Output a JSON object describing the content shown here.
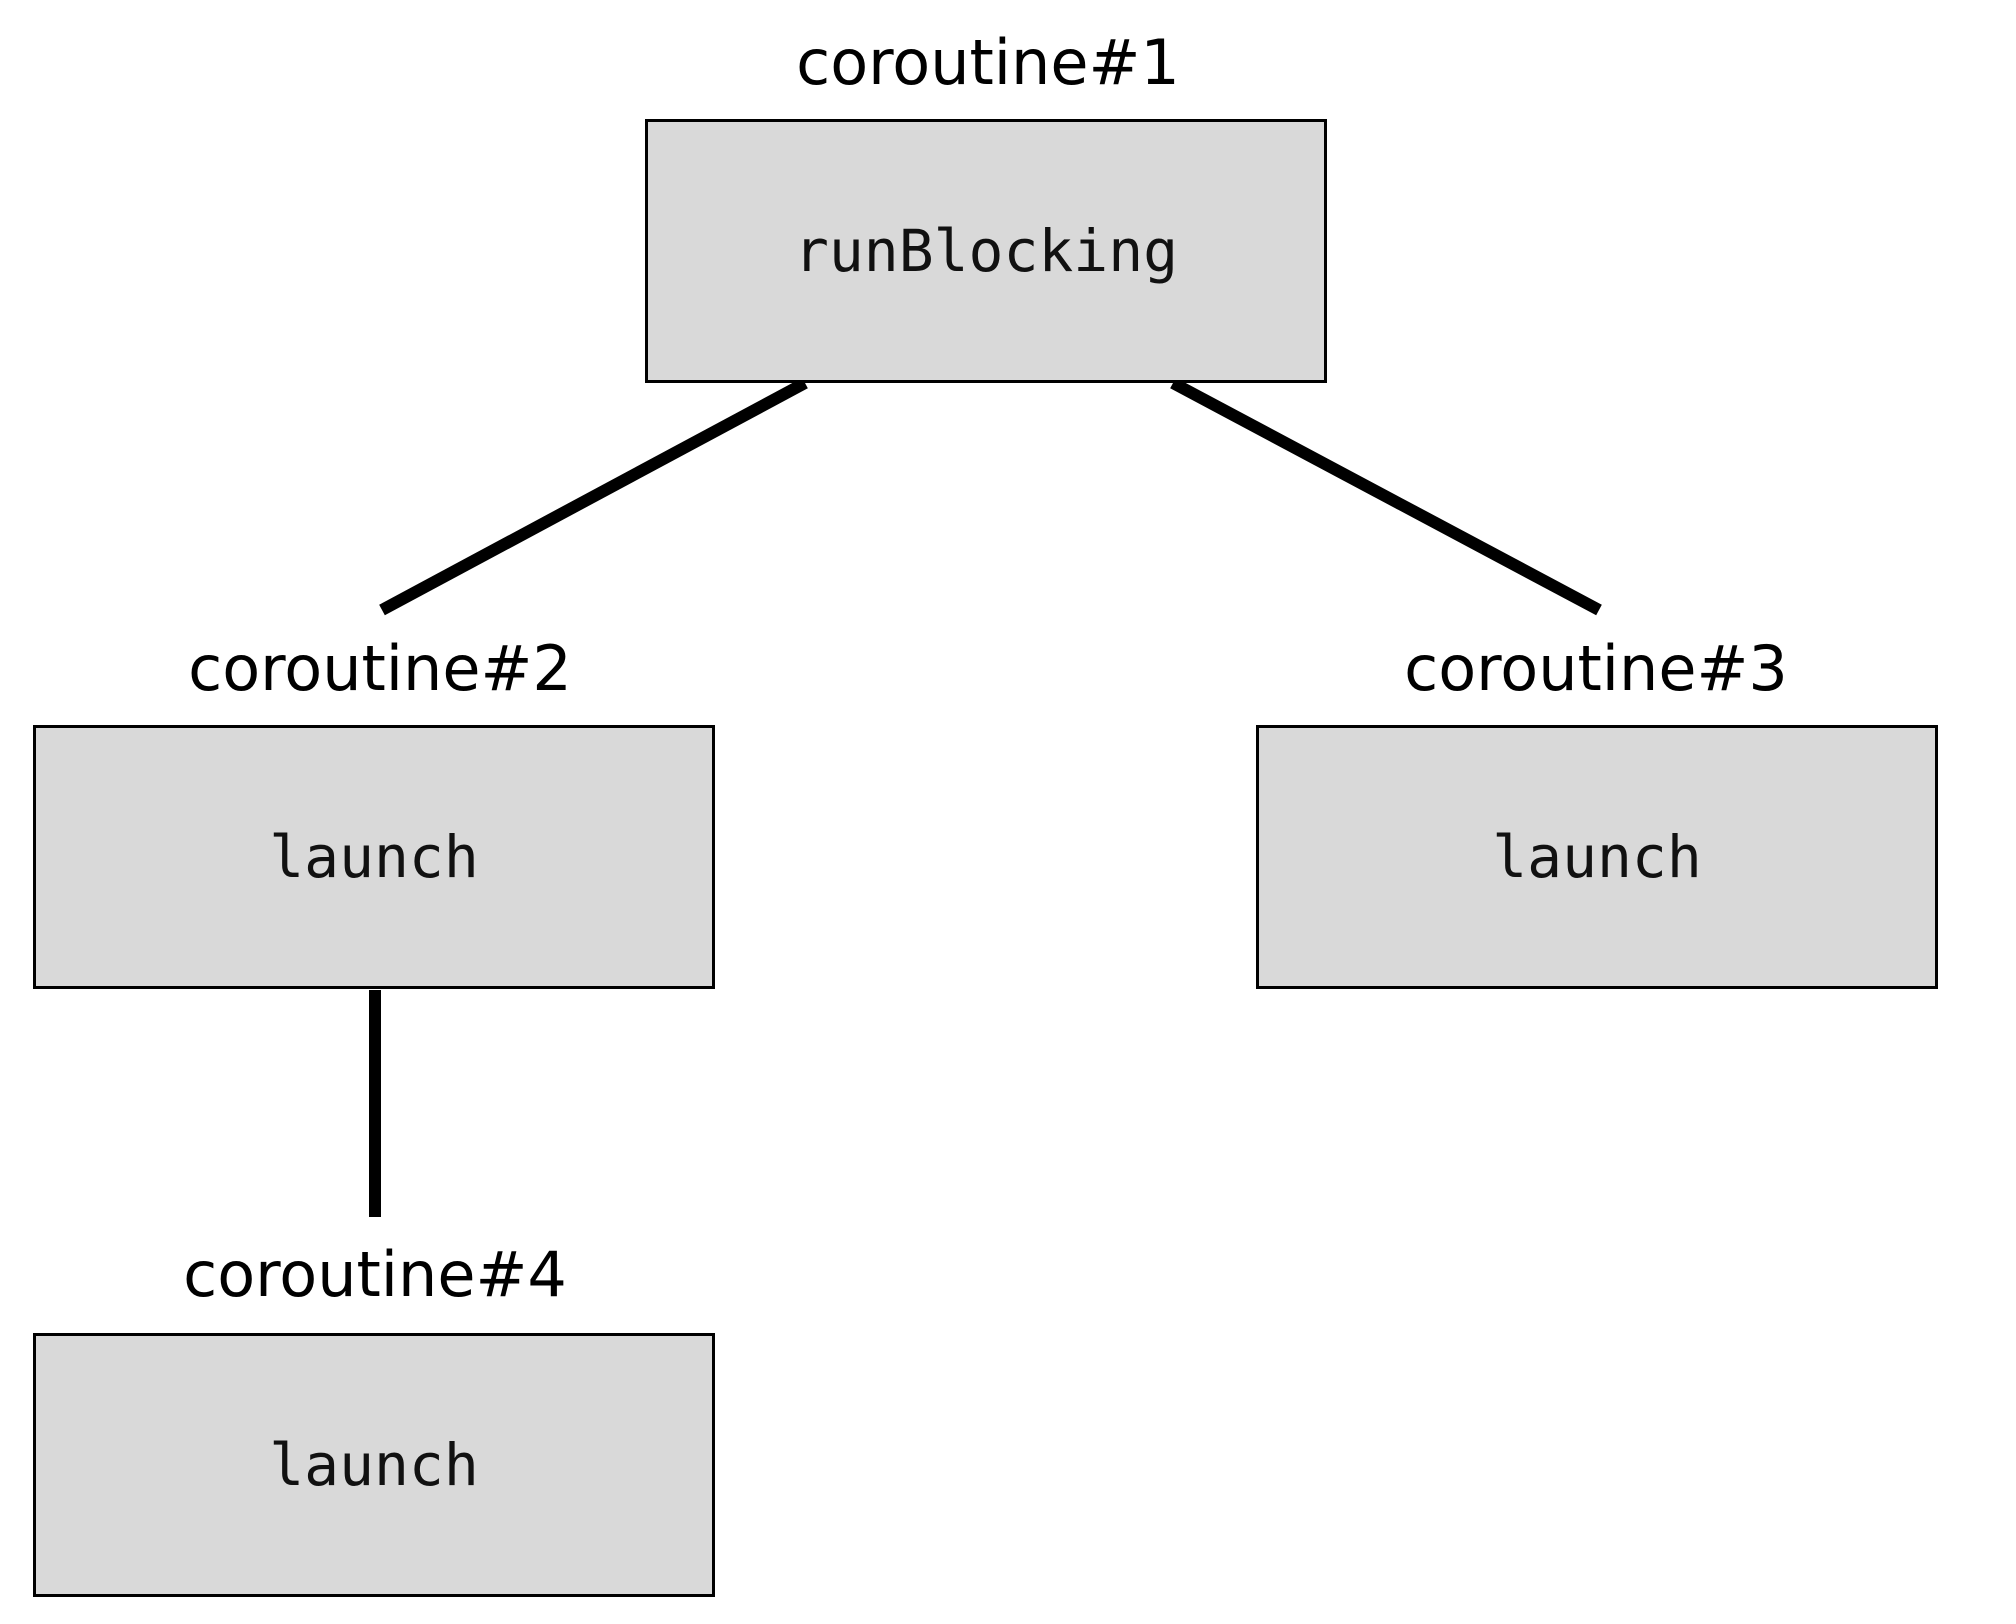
{
  "nodes": [
    {
      "id": "coroutine-1",
      "caption": "coroutine#1",
      "label": "runBlocking"
    },
    {
      "id": "coroutine-2",
      "caption": "coroutine#2",
      "label": "launch"
    },
    {
      "id": "coroutine-3",
      "caption": "coroutine#3",
      "label": "launch"
    },
    {
      "id": "coroutine-4",
      "caption": "coroutine#4",
      "label": "launch"
    }
  ],
  "edges": [
    {
      "from": "coroutine#1",
      "to": "coroutine#2"
    },
    {
      "from": "coroutine#1",
      "to": "coroutine#3"
    },
    {
      "from": "coroutine#2",
      "to": "coroutine#4"
    }
  ],
  "colors": {
    "box_fill": "#d9d9d9",
    "box_border": "#000000",
    "edge": "#000000"
  }
}
